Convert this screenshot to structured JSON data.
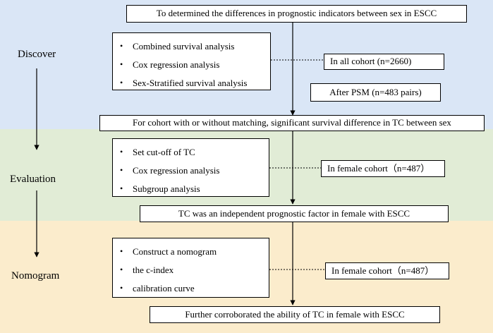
{
  "stages": {
    "discover": "Discover",
    "evaluation": "Evaluation",
    "nomogram": "Nomogram"
  },
  "discover": {
    "top_box": "To determined the differences in prognostic  indicators  between sex in ESCC",
    "methods": [
      "Combined survival analysis",
      "Cox regression analysis",
      "Sex-Stratified survival analysis"
    ],
    "cohort": "In all cohort (n=2660)",
    "psm": "After PSM  (n=483 pairs)",
    "result": "For cohort with or without matching, significant  survival difference in TC between sex"
  },
  "evaluation": {
    "methods": [
      "Set cut-off of TC",
      "Cox regression analysis",
      "Subgroup analysis"
    ],
    "cohort": "In female cohort（n=487）",
    "result": "TC was an independent prognostic factor in female with ESCC"
  },
  "nomogram": {
    "methods": [
      "Construct a nomogram",
      "the c-index",
      "calibration curve"
    ],
    "cohort": "In female cohort（n=487）",
    "result": "Further corroborated the ability of TC in female with ESCC"
  },
  "bullet_glyph": "•"
}
